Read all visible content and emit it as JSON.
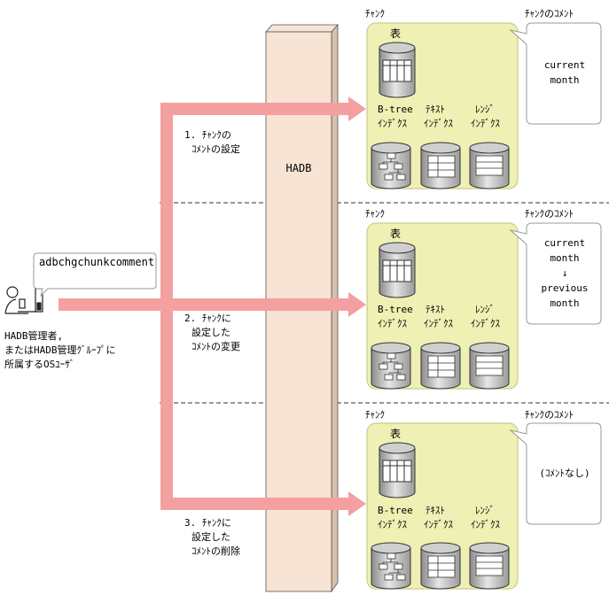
{
  "hadb_label": "HADB",
  "command": "adbchgchunkcomment",
  "user_label": [
    "HADB管理者,",
    "またはHADB管理ｸﾞﾙｰﾌﾟに",
    "所属するOSﾕｰｻﾞ"
  ],
  "steps": [
    {
      "label": [
        "1. ﾁｬﾝｸの",
        "ｺﾒﾝﾄの設定"
      ],
      "comment": [
        "current",
        "month"
      ]
    },
    {
      "label": [
        "2. ﾁｬﾝｸに",
        "設定した",
        "ｺﾒﾝﾄの変更"
      ],
      "comment": [
        "current",
        "month",
        "↓",
        "previous",
        "month"
      ]
    },
    {
      "label": [
        "3. ﾁｬﾝｸに",
        "設定した",
        "ｺﾒﾝﾄの削除"
      ],
      "comment": [
        "(ｺﾒﾝﾄなし)"
      ]
    }
  ],
  "chunk_title": "ﾁｬﾝｸ",
  "comment_title": "ﾁｬﾝｸのｺﾒﾝﾄ",
  "table_label": "表",
  "index_labels": {
    "btree": [
      "B-tree",
      "ｲﾝﾃﾞｸｽ"
    ],
    "text": [
      "ﾃｷｽﾄ",
      "ｲﾝﾃﾞｸｽ"
    ],
    "range": [
      "ﾚﾝｼﾞ",
      "ｲﾝﾃﾞｸｽ"
    ]
  },
  "colors": {
    "arrow": "#f4a0a0",
    "chunk_fill": "#eef0b4",
    "chunk_stroke": "#c8cc8a",
    "hadb_fill": "#f8e4d4",
    "hadb_side": "#d8c0ac"
  }
}
